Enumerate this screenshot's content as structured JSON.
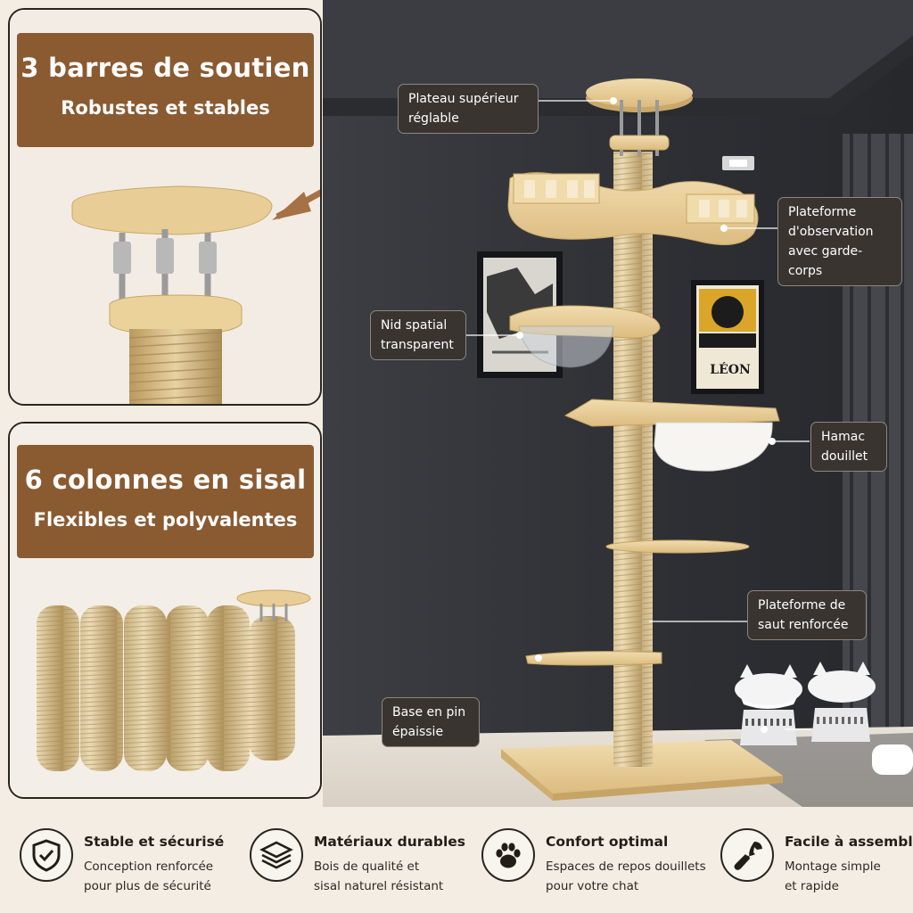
{
  "panels": {
    "support": {
      "title": "3 barres de soutien",
      "subtitle": "Robustes et stables"
    },
    "sisal": {
      "title": "6 colonnes en sisal",
      "subtitle": "Flexibles et polyvalentes"
    }
  },
  "callouts": {
    "top_plate": {
      "line1": "Plateau supérieur",
      "line2": "réglable"
    },
    "observation": {
      "line1": "Plateforme",
      "line2": "d'observation",
      "line3": "avec garde-corps"
    },
    "nest": {
      "line1": "Nid spatial",
      "line2": "transparent"
    },
    "hammock": {
      "line1": "Hamac",
      "line2": "douillet"
    },
    "jump": {
      "line1": "Plateforme de",
      "line2": "saut renforcée"
    },
    "base": {
      "line1": "Base en pin",
      "line2": "épaissie"
    }
  },
  "poster": {
    "word": "LÉON"
  },
  "features": [
    {
      "title": "Stable et sécurisé",
      "line1": "Conception renforcée",
      "line2": "pour plus de sécurité",
      "icon": "shield-check-icon"
    },
    {
      "title": "Matériaux durables",
      "line1": "Bois de qualité et",
      "line2": "sisal naturel résistant",
      "icon": "layers-icon"
    },
    {
      "title": "Confort optimal",
      "line1": "Espaces de repos douillets",
      "line2": "pour votre chat",
      "icon": "paw-icon"
    },
    {
      "title": "Facile à assembler",
      "line1": "Montage simple",
      "line2": "et rapide",
      "icon": "wrench-icon"
    }
  ],
  "colors": {
    "banner": "#8a5a31",
    "wall": "#2f3136",
    "wood": "#e8cf98",
    "sisal": "#d9c49a",
    "callout": "#3a3430"
  }
}
